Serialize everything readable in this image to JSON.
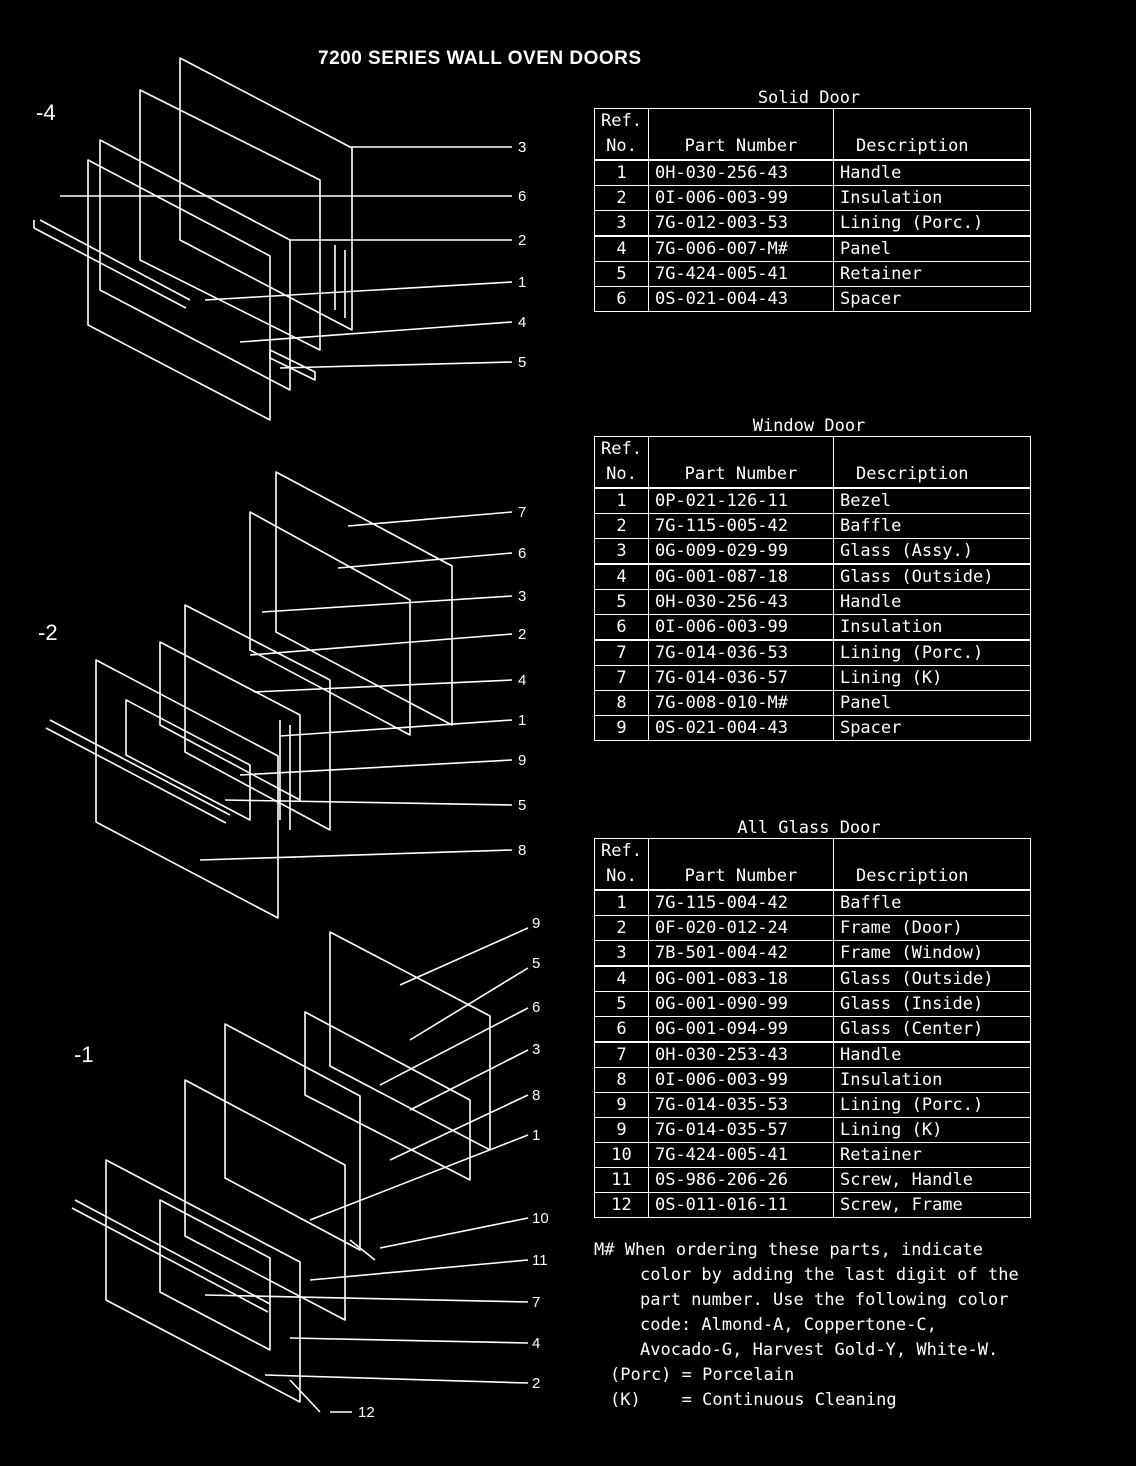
{
  "title": "7200 SERIES WALL OVEN DOORS",
  "figures": [
    {
      "label": "-4",
      "callouts": [
        "3",
        "6",
        "2",
        "1",
        "4",
        "5"
      ]
    },
    {
      "label": "-2",
      "callouts": [
        "7",
        "6",
        "3",
        "2",
        "4",
        "1",
        "9",
        "5",
        "8"
      ]
    },
    {
      "label": "-1",
      "callouts": [
        "9",
        "5",
        "6",
        "3",
        "8",
        "1",
        "10",
        "11",
        "7",
        "4",
        "2",
        "12"
      ]
    }
  ],
  "headers": {
    "ref_line1": "Ref.",
    "ref_line2": "No.",
    "part": "Part Number",
    "desc": "Description"
  },
  "tables": [
    {
      "caption": "Solid Door",
      "rows": [
        {
          "ref": "1",
          "part": "0H-030-256-43",
          "desc": "Handle"
        },
        {
          "ref": "2",
          "part": "0I-006-003-99",
          "desc": "Insulation"
        },
        {
          "ref": "3",
          "part": "7G-012-003-53",
          "desc": "Lining (Porc.)"
        },
        {
          "ref": "4",
          "part": "7G-006-007-M#",
          "desc": "Panel"
        },
        {
          "ref": "5",
          "part": "7G-424-005-41",
          "desc": "Retainer"
        },
        {
          "ref": "6",
          "part": "0S-021-004-43",
          "desc": "Spacer"
        }
      ]
    },
    {
      "caption": "Window Door",
      "rows": [
        {
          "ref": "1",
          "part": "0P-021-126-11",
          "desc": "Bezel"
        },
        {
          "ref": "2",
          "part": "7G-115-005-42",
          "desc": "Baffle"
        },
        {
          "ref": "3",
          "part": "0G-009-029-99",
          "desc": "Glass (Assy.)"
        },
        {
          "ref": "4",
          "part": "0G-001-087-18",
          "desc": "Glass (Outside)"
        },
        {
          "ref": "5",
          "part": "0H-030-256-43",
          "desc": "Handle"
        },
        {
          "ref": "6",
          "part": "0I-006-003-99",
          "desc": "Insulation"
        },
        {
          "ref": "7",
          "part": "7G-014-036-53",
          "desc": "Lining (Porc.)"
        },
        {
          "ref": "7",
          "part": "7G-014-036-57",
          "desc": "Lining (K)"
        },
        {
          "ref": "8",
          "part": "7G-008-010-M#",
          "desc": "Panel"
        },
        {
          "ref": "9",
          "part": "0S-021-004-43",
          "desc": "Spacer"
        }
      ]
    },
    {
      "caption": "All Glass Door",
      "rows": [
        {
          "ref": "1",
          "part": "7G-115-004-42",
          "desc": "Baffle"
        },
        {
          "ref": "2",
          "part": "0F-020-012-24",
          "desc": "Frame (Door)"
        },
        {
          "ref": "3",
          "part": "7B-501-004-42",
          "desc": "Frame (Window)"
        },
        {
          "ref": "4",
          "part": "0G-001-083-18",
          "desc": "Glass (Outside)"
        },
        {
          "ref": "5",
          "part": "0G-001-090-99",
          "desc": "Glass (Inside)"
        },
        {
          "ref": "6",
          "part": "0G-001-094-99",
          "desc": "Glass (Center)"
        },
        {
          "ref": "7",
          "part": "0H-030-253-43",
          "desc": "Handle"
        },
        {
          "ref": "8",
          "part": "0I-006-003-99",
          "desc": "Insulation"
        },
        {
          "ref": "9",
          "part": "7G-014-035-53",
          "desc": "Lining (Porc.)"
        },
        {
          "ref": "9",
          "part": "7G-014-035-57",
          "desc": "Lining (K)"
        },
        {
          "ref": "10",
          "part": "7G-424-005-41",
          "desc": "Retainer"
        },
        {
          "ref": "11",
          "part": "0S-986-206-26",
          "desc": "Screw, Handle"
        },
        {
          "ref": "12",
          "part": "0S-011-016-11",
          "desc": "Screw, Frame"
        }
      ]
    }
  ],
  "notes": {
    "mp_line1": "M# When ordering these parts, indicate",
    "mp_line2": "color by adding the last digit of the",
    "mp_line3": "part number.  Use the following color",
    "mp_line4": "code: Almond-A, Coppertone-C,",
    "mp_line5": "Avocado-G, Harvest Gold-Y, White-W.",
    "porc": "(Porc) = Porcelain",
    "k": "(K)    = Continuous Cleaning"
  }
}
